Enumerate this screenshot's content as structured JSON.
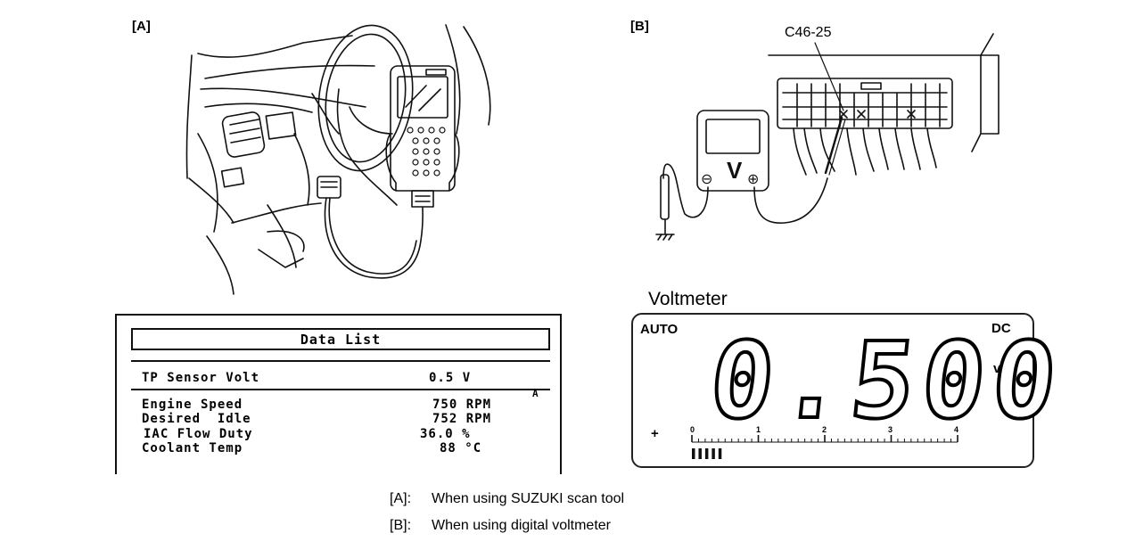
{
  "panels": {
    "a_label": "[A]",
    "b_label": "[B]"
  },
  "connector_label": "C46-25",
  "meter_symbols": {
    "v": "V",
    "minus": "⊖",
    "plus": "⊕"
  },
  "data_list": {
    "title": "Data List",
    "marker": "A",
    "primary_row": {
      "label": "TP Sensor Volt",
      "value": "0.5 V"
    },
    "rows": [
      {
        "label": "Engine Speed",
        "value": "750 RPM"
      },
      {
        "label": "Desired  Idle",
        "value": "752 RPM"
      },
      {
        "label": "IAC Flow Duty",
        "value": "36.0 %"
      },
      {
        "label": "Coolant Temp",
        "value": "88 °C"
      }
    ]
  },
  "voltmeter": {
    "title": "Voltmeter",
    "mode": "AUTO",
    "current": "DC",
    "reading": "0.500",
    "unit": "v",
    "polarity": "+",
    "scale_ticks": [
      "0",
      "1",
      "2",
      "3",
      "4"
    ],
    "bargraph_level": 0.125
  },
  "captions": [
    {
      "tag": "[A]:",
      "text": "When using SUZUKI scan tool"
    },
    {
      "tag": "[B]:",
      "text": "When using digital voltmeter"
    }
  ]
}
